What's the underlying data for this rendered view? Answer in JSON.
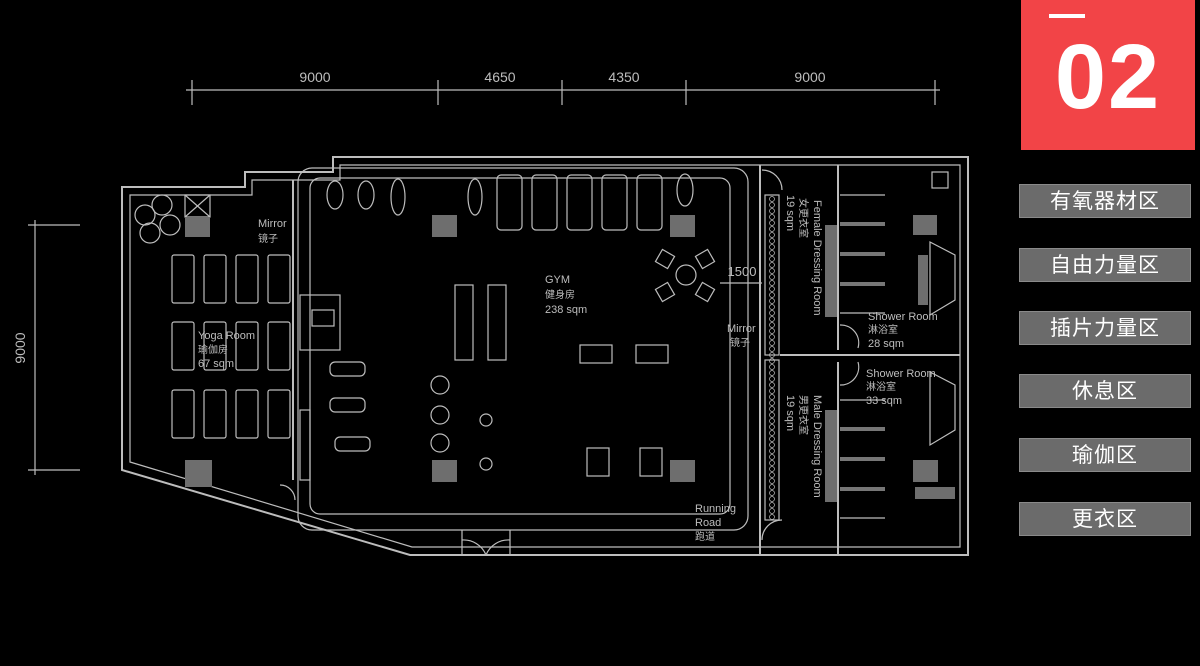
{
  "section_number": "02",
  "zones": [
    "有氧器材区",
    "自由力量区",
    "插片力量区",
    "休息区",
    "瑜伽区",
    "更衣区"
  ],
  "dimensions": {
    "top": [
      "9000",
      "4650",
      "4350",
      "9000"
    ],
    "left": "9000",
    "corridor": "1500"
  },
  "rooms": {
    "yoga": {
      "en": "Yoga Room",
      "cn": "瑜伽房",
      "area": "67 sqm"
    },
    "gym": {
      "en": "GYM",
      "cn": "健身房",
      "area": "238 sqm"
    },
    "female_dressing": {
      "en": "Female Dressing Room",
      "cn": "女更衣室",
      "area": "19 sqm"
    },
    "male_dressing": {
      "en": "Male Dressing Room",
      "cn": "男更衣室",
      "area": "19 sqm"
    },
    "shower_upper": {
      "en": "Shower Room",
      "cn": "淋浴室",
      "area": "28 sqm"
    },
    "shower_lower": {
      "en": "Shower Room",
      "cn": "淋浴室",
      "area": "33 sqm"
    },
    "mirror_yoga": {
      "en": "Mirror",
      "cn": "镜子"
    },
    "mirror_gym": {
      "en": "Mirror",
      "cn": "镜子"
    },
    "running": {
      "en": "Running",
      "en2": "Road",
      "cn": "跑道"
    }
  },
  "colors": {
    "accent": "#f24447",
    "zone_bg": "#6b6b6b",
    "line": "#bdbdbd"
  }
}
